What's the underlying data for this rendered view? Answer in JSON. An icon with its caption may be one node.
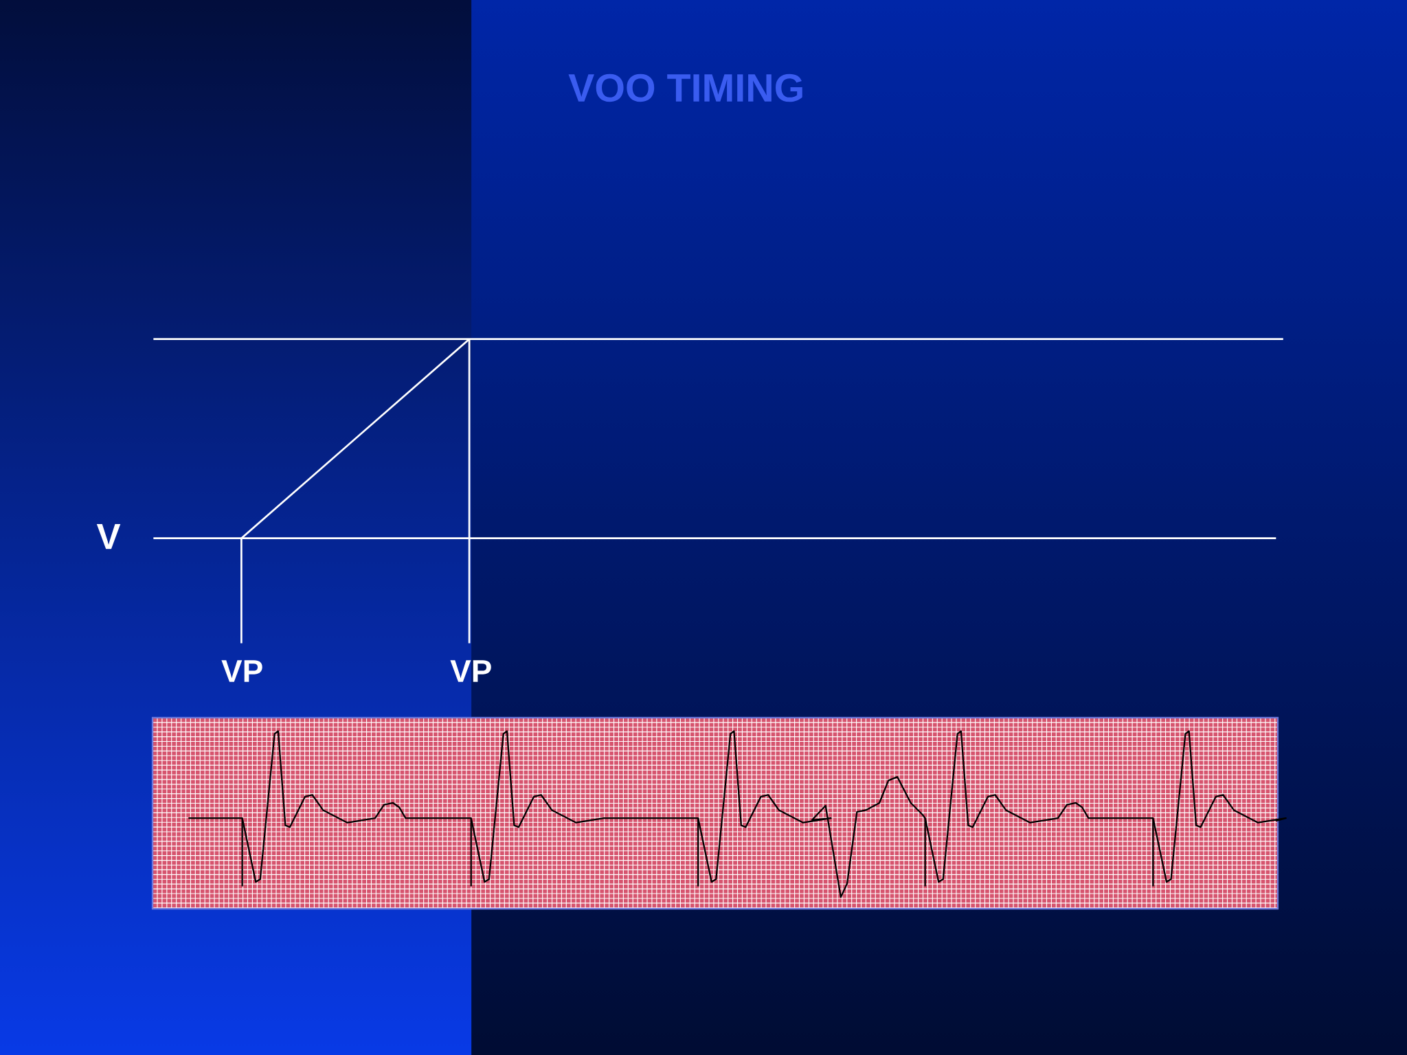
{
  "diagram": {
    "title": "VOO  TIMING",
    "labels": [
      "V",
      "VP",
      "VP"
    ]
  }
}
